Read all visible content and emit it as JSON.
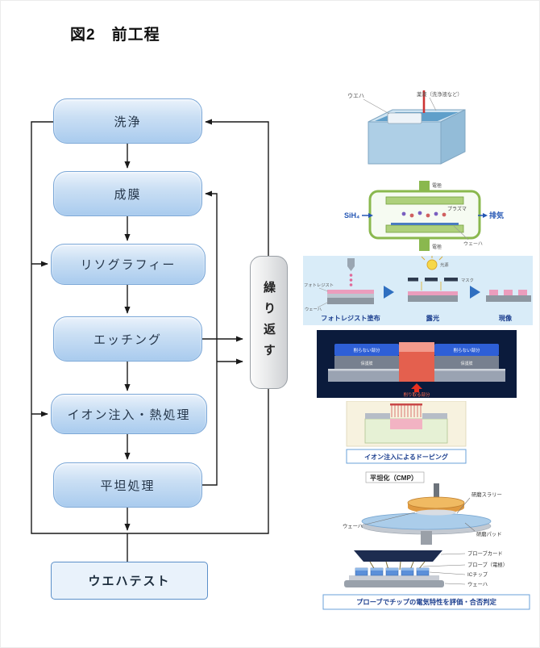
{
  "title": "図2　前工程",
  "flow": {
    "steps": [
      "洗浄",
      "成膜",
      "リソグラフィー",
      "エッチング",
      "イオン注入・熱処理",
      "平坦処理"
    ],
    "repeat_label": "繰り返す",
    "final_label": "ウエハテスト"
  },
  "panels": {
    "cleaning": {
      "wafer_label": "ウエハ",
      "liquid_label": "薬液（洗浄液など）"
    },
    "cvd": {
      "gas_label": "SiH₄",
      "exhaust_label": "排気",
      "electrode_top_label": "電極",
      "electrode_bottom_label": "電極",
      "plasma_label": "プラズマ",
      "wafer_label": "ウェーハ"
    },
    "litho": {
      "resist_label": "フォトレジスト",
      "wafer_label": "ウェーハ",
      "source_label": "光源",
      "mask_label": "マスク",
      "step1_caption": "フォトレジスト塗布",
      "step2_caption": "露光",
      "step3_caption": "現像"
    },
    "etch": {
      "left_box_label": "削らない部分",
      "right_box_label": "削らない部分",
      "film_left_label": "保護膜",
      "film_right_label": "保護膜",
      "remove_label": "削り取る部分"
    },
    "implant": {
      "caption": "イオン注入によるドーピング"
    },
    "cmp": {
      "title": "平坦化（CMP）",
      "slurry_label": "研磨スラリー",
      "pad_label": "研磨パッド",
      "wafer_label": "ウェーハ"
    },
    "probe": {
      "card_label": "プローブカード",
      "probe_label": "プローブ（電極）",
      "chip_label": "ICチップ",
      "wafer_label": "ウェーハ",
      "caption": "プローブでチップの電気特性を評価・合否判定"
    }
  },
  "colors": {
    "box_fill": "#c3daf2",
    "box_border": "#7ba7d7",
    "caption_blue": "#1c3f8f",
    "arrow_black": "#1a1a1a"
  }
}
